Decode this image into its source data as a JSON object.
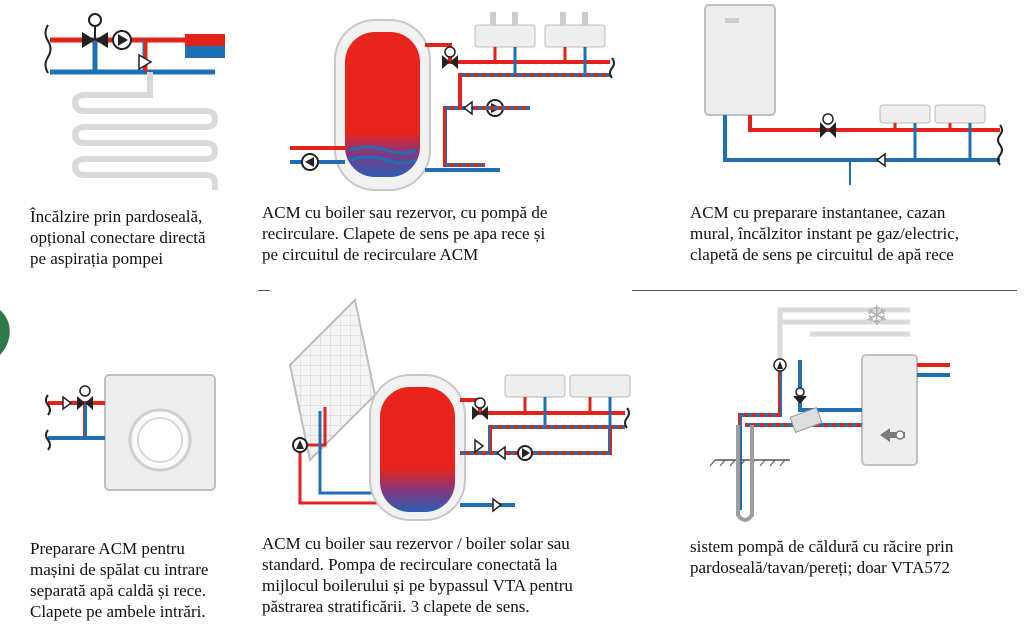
{
  "colors": {
    "hot": "#e2231a",
    "cold": "#1f6fb5",
    "tank_top": "#e8241c",
    "tank_bottom": "#2b5fb0",
    "device": "#eeeeee",
    "outline": "#b5b5b5",
    "accent_green": "#2f7a4a"
  },
  "captions": {
    "p1": [
      "Încălzire prin pardoseală,",
      "opțional conectare directă",
      "pe aspirația pompei"
    ],
    "p2": [
      "ACM cu boiler sau rezervor, cu pompă de",
      "recirculare. Clapete de sens pe apa rece și",
      "pe circuitul de recirculare ACM"
    ],
    "p3": [
      "ACM cu preparare instantanee, cazan",
      "mural, încălzitor instant pe gaz/electric,",
      "clapetă de sens pe circuitul de apă rece"
    ],
    "p4": [
      "Preparare ACM pentru",
      "mașini de spălat cu intrare",
      "separată apă caldă și rece.",
      "Clapete pe ambele intrări."
    ],
    "p5": [
      "ACM cu boiler sau rezervor / boiler solar sau",
      "standard. Pompa de recirculare conectată la",
      "mijlocul boilerului și pe bypassul VTA pentru",
      "păstrarea stratificării. 3 clapete de sens."
    ],
    "p6": [
      "sistem pompă de căldură cu răcire prin",
      "pardoseală/tavan/pereți; doar VTA572"
    ]
  },
  "icons": {
    "thermostatic_valve": "thermostatic-valve-icon",
    "pump": "pump-icon",
    "check_valve": "check-valve-icon",
    "tap": "tap-icon",
    "snowflake": "snowflake-icon",
    "heat_pump_arrow": "heat-pump-arrow-icon"
  }
}
